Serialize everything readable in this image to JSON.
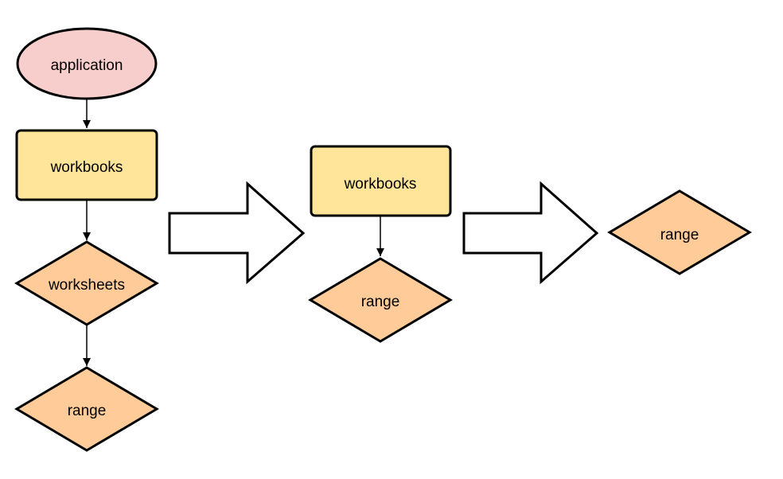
{
  "colors": {
    "ellipse_fill": "#f8cecc",
    "rect_fill": "#ffe599",
    "diamond_fill": "#ffcc99",
    "stroke": "#000000",
    "arrow_fill": "#ffffff"
  },
  "stage1": {
    "application": "application",
    "workbooks": "workbooks",
    "worksheets": "worksheets",
    "range": "range"
  },
  "stage2": {
    "workbooks": "workbooks",
    "range": "range"
  },
  "stage3": {
    "range": "range"
  }
}
